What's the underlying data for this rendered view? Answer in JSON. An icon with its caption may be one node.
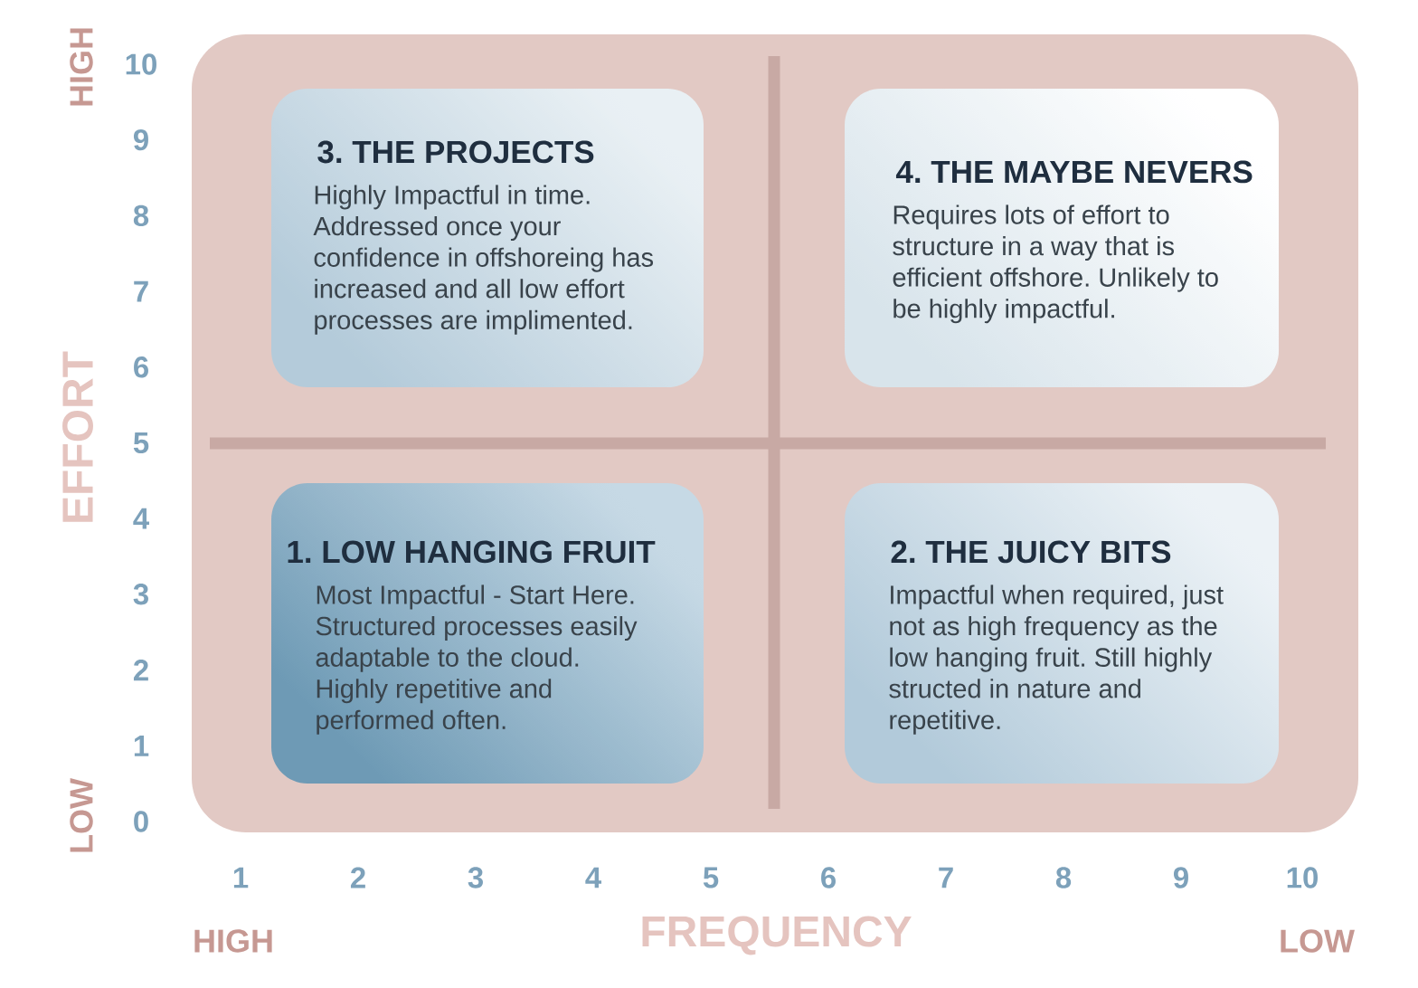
{
  "diagram": {
    "nodes": [
      {
        "text": [
          "3. THE PROJECTS",
          "Highly Impactful in time. Addressed once your confidence in offshoreing has increased and all low effort processes are implimented."
        ]
      },
      {
        "text": [
          "4. THE MAYBE NEVERS",
          "Requires lots of effort to structure in a way that is efficient offshore. Unlikely to be highly impactful."
        ]
      },
      {
        "text": [
          "1. LOW HANGING FRUIT",
          "Most Impactful - Start Here. Structured processes easily adaptable to the cloud. Highly repetitive and performed often."
        ]
      },
      {
        "text": [
          "2. THE JUICY BITS",
          "Impactful when required, just not as high frequency as the low hanging fruit. Still highly structed in nature and repetitive."
        ]
      }
    ],
    "labels": [
      "HIGH",
      "EFFORT",
      "LOW",
      "10",
      "9",
      "8",
      "7",
      "6",
      "5",
      "4",
      "3",
      "2",
      "1",
      "0",
      "1",
      "2",
      "3",
      "4",
      "5",
      "6",
      "7",
      "8",
      "9",
      "10",
      "HIGH",
      "FREQUENCY",
      "LOW"
    ]
  }
}
